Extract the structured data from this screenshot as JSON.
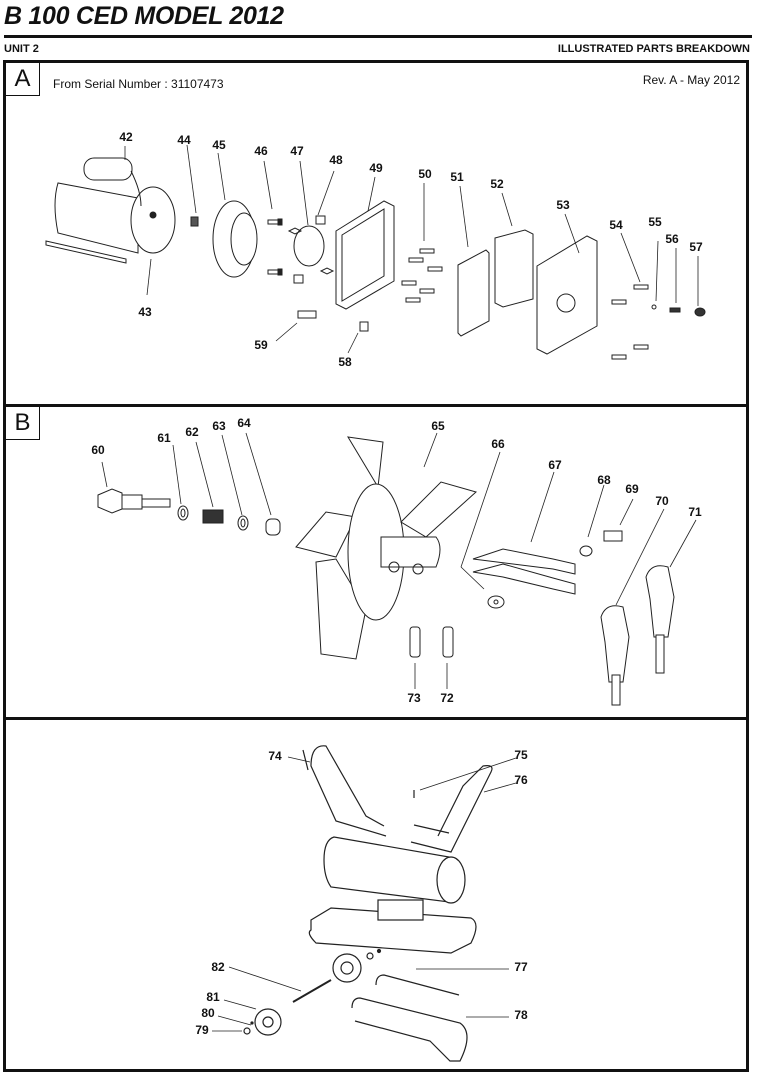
{
  "header": {
    "title": "B 100 CED MODEL 2012",
    "unit": "UNIT 2",
    "section": "ILLUSTRATED PARTS BREAKDOWN"
  },
  "panels": {
    "a": {
      "letter": "A",
      "serial": "From Serial Number : 31107473",
      "revision": "Rev. A - May 2012",
      "callouts": [
        "42",
        "43",
        "44",
        "45",
        "46",
        "47",
        "48",
        "49",
        "50",
        "51",
        "52",
        "53",
        "54",
        "55",
        "56",
        "57",
        "58",
        "59"
      ]
    },
    "b": {
      "letter": "B",
      "callouts": [
        "60",
        "61",
        "62",
        "63",
        "64",
        "65",
        "66",
        "67",
        "68",
        "69",
        "70",
        "71",
        "72",
        "73"
      ]
    },
    "c": {
      "callouts": [
        "74",
        "75",
        "76",
        "77",
        "78",
        "79",
        "80",
        "81",
        "82"
      ]
    }
  }
}
